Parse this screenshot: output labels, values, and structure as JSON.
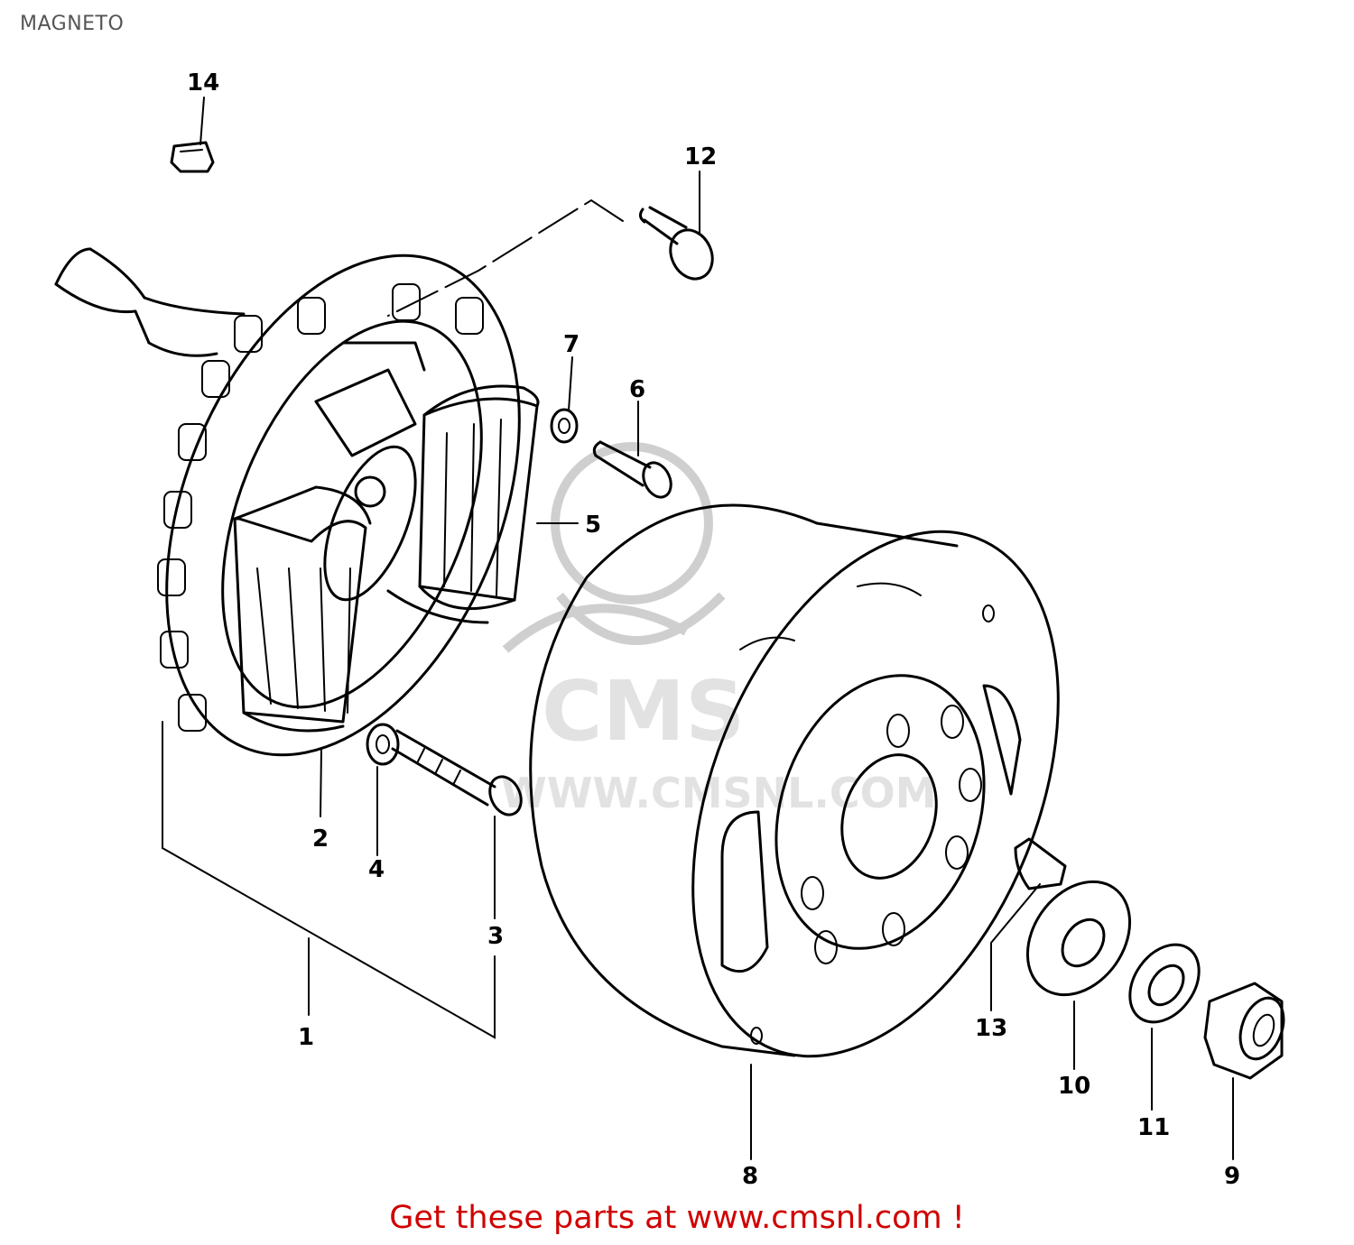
{
  "page": {
    "title": "MAGNETO"
  },
  "watermark": {
    "logo_text": "CMS",
    "site_text": "WWW.CMSNL.COM"
  },
  "parts": [
    {
      "label": "1"
    },
    {
      "label": "2"
    },
    {
      "label": "3"
    },
    {
      "label": "4"
    },
    {
      "label": "5"
    },
    {
      "label": "6"
    },
    {
      "label": "7"
    },
    {
      "label": "8"
    },
    {
      "label": "9"
    },
    {
      "label": "10"
    },
    {
      "label": "11"
    },
    {
      "label": "12"
    },
    {
      "label": "13"
    },
    {
      "label": "14"
    }
  ],
  "footer": {
    "text": "Get these parts at www.cmsnl.com !"
  }
}
